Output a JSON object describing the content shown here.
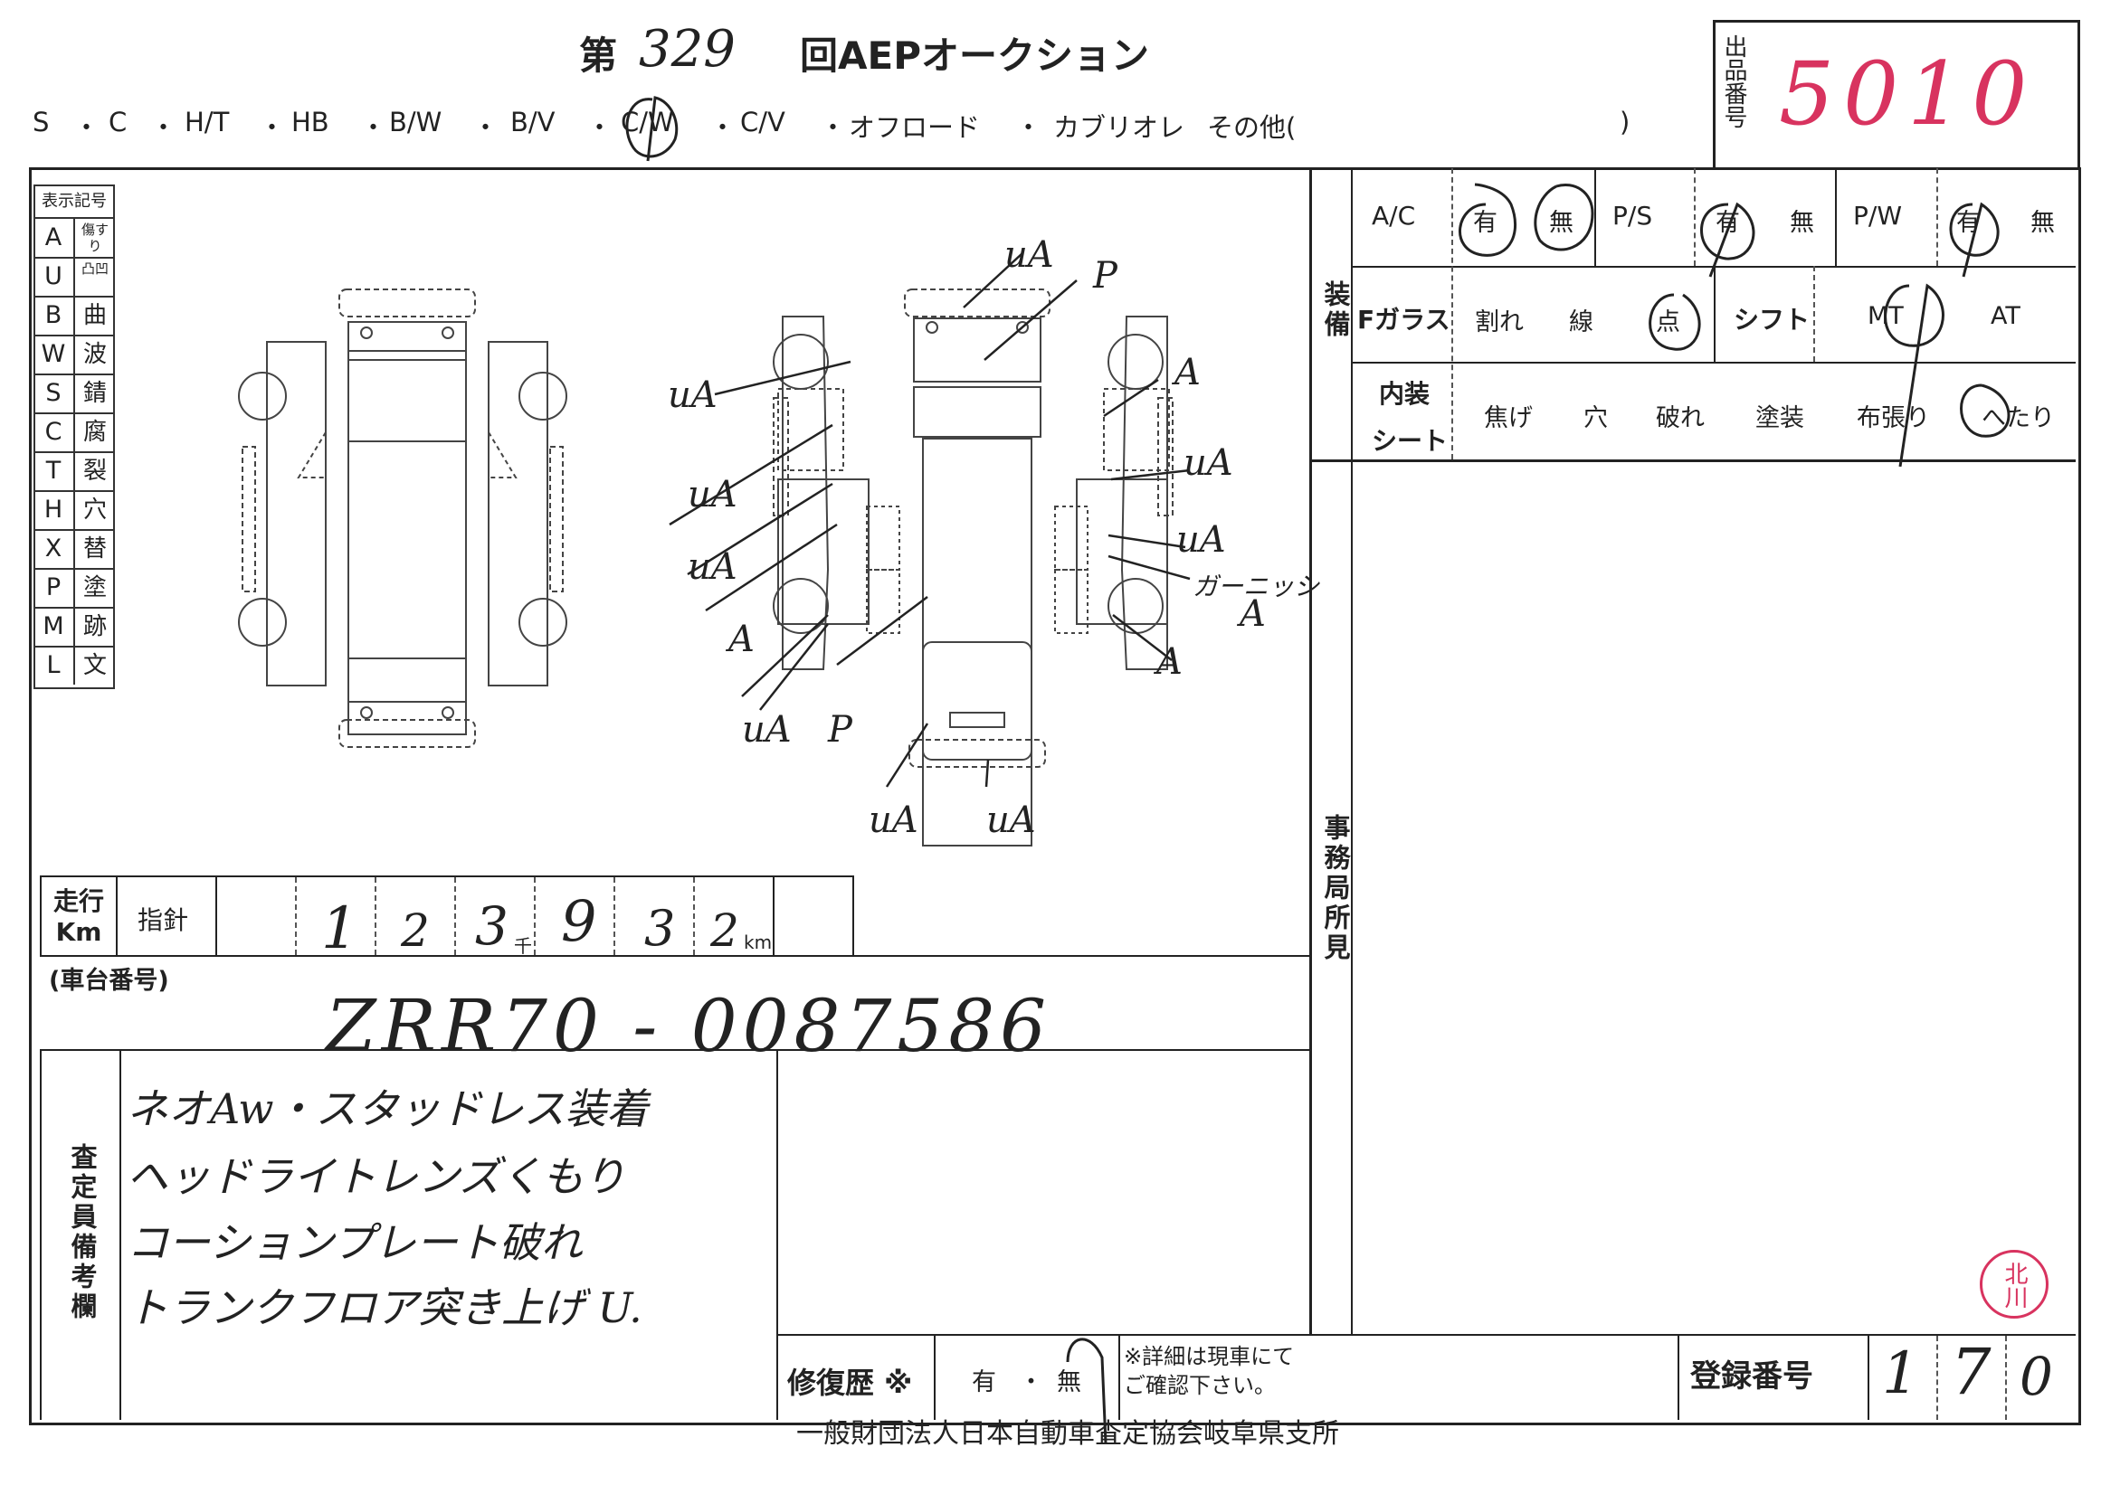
{
  "header": {
    "dai": "第",
    "auction_number": "329",
    "auction_title": "回AEPオークション",
    "body_types": [
      "S",
      "・",
      "C",
      "・",
      "H/T",
      "・",
      "HB",
      "・",
      "B/W",
      "・",
      "B/V",
      "・",
      "C/W",
      "・",
      "C/V",
      "・",
      "オフロード",
      "・",
      "カブリオレ",
      "その他(",
      ")"
    ],
    "listing_label": "出品番号",
    "listing_number": "5010"
  },
  "legend": {
    "title": "表示記号",
    "items": [
      {
        "code": "A",
        "meaning": "傷すり"
      },
      {
        "code": "U",
        "meaning": "凸凹"
      },
      {
        "code": "B",
        "meaning": "曲"
      },
      {
        "code": "W",
        "meaning": "波"
      },
      {
        "code": "S",
        "meaning": "錆"
      },
      {
        "code": "C",
        "meaning": "腐"
      },
      {
        "code": "T",
        "meaning": "裂"
      },
      {
        "code": "H",
        "meaning": "穴"
      },
      {
        "code": "X",
        "meaning": "替"
      },
      {
        "code": "P",
        "meaning": "塗"
      },
      {
        "code": "M",
        "meaning": "跡"
      },
      {
        "code": "L",
        "meaning": "文"
      }
    ]
  },
  "damage_marks": [
    "uA",
    "P",
    "uA",
    "A",
    "uA",
    "uA",
    "uA",
    "uA",
    "ガーニッシュ",
    "A",
    "A",
    "A",
    "uA",
    "P",
    "uA",
    "uA"
  ],
  "mileage": {
    "label": "走行Km",
    "pointer_label": "指針",
    "digits": [
      "1",
      "2",
      "3",
      "9",
      "3",
      "2"
    ],
    "thousand_unit": "千",
    "km_unit": "km"
  },
  "chassis": {
    "label": "(車台番号)",
    "number": "ZRR70 - 0087586"
  },
  "inspector_notes": {
    "label": "査定員備考欄",
    "lines": [
      "ネオAw・スタッドレス装着",
      "ヘッドライトレンズくもり",
      "コーションプレート破れ",
      "トランクフロア突き上げ U."
    ]
  },
  "repair_history": {
    "label": "修復歴 ※",
    "yes": "有",
    "dot": "・",
    "no": "無",
    "note": "※詳細は現車にてご確認下さい。"
  },
  "registration": {
    "label": "登録番号",
    "digits": [
      "1",
      "7",
      "0"
    ]
  },
  "equipment": {
    "label": "装備",
    "ac": {
      "label": "A/C",
      "yes": "有",
      "no": "無"
    },
    "ps": {
      "label": "P/S",
      "yes": "有",
      "no": "無"
    },
    "pw": {
      "label": "P/W",
      "yes": "有",
      "no": "無"
    },
    "fglass": {
      "label": "Fガラス",
      "options": [
        "割れ",
        "線",
        "点"
      ]
    },
    "shift": {
      "label": "シフト",
      "options": [
        "MT",
        "AT"
      ]
    },
    "interior": {
      "label": "内装",
      "sub": "シート",
      "options": [
        "焦げ",
        "穴",
        "破れ",
        "塗装",
        "布張り",
        "へたり"
      ]
    }
  },
  "office_remarks": {
    "label": "事務局所見"
  },
  "stamp": "北川",
  "footer": "一般財団法人日本自動車査定協会岐阜県支所"
}
